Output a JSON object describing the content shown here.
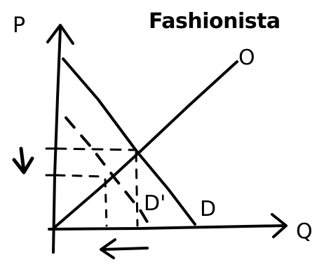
{
  "title": "Fashionista",
  "axes": {
    "y_label": "P",
    "x_label": "Q"
  },
  "curves": {
    "supply_label": "O",
    "demand_label": "D",
    "shifted_demand_label": "D'"
  },
  "annotations": {
    "price_shift": "down-arrow",
    "quantity_shift": "left-arrow"
  }
}
